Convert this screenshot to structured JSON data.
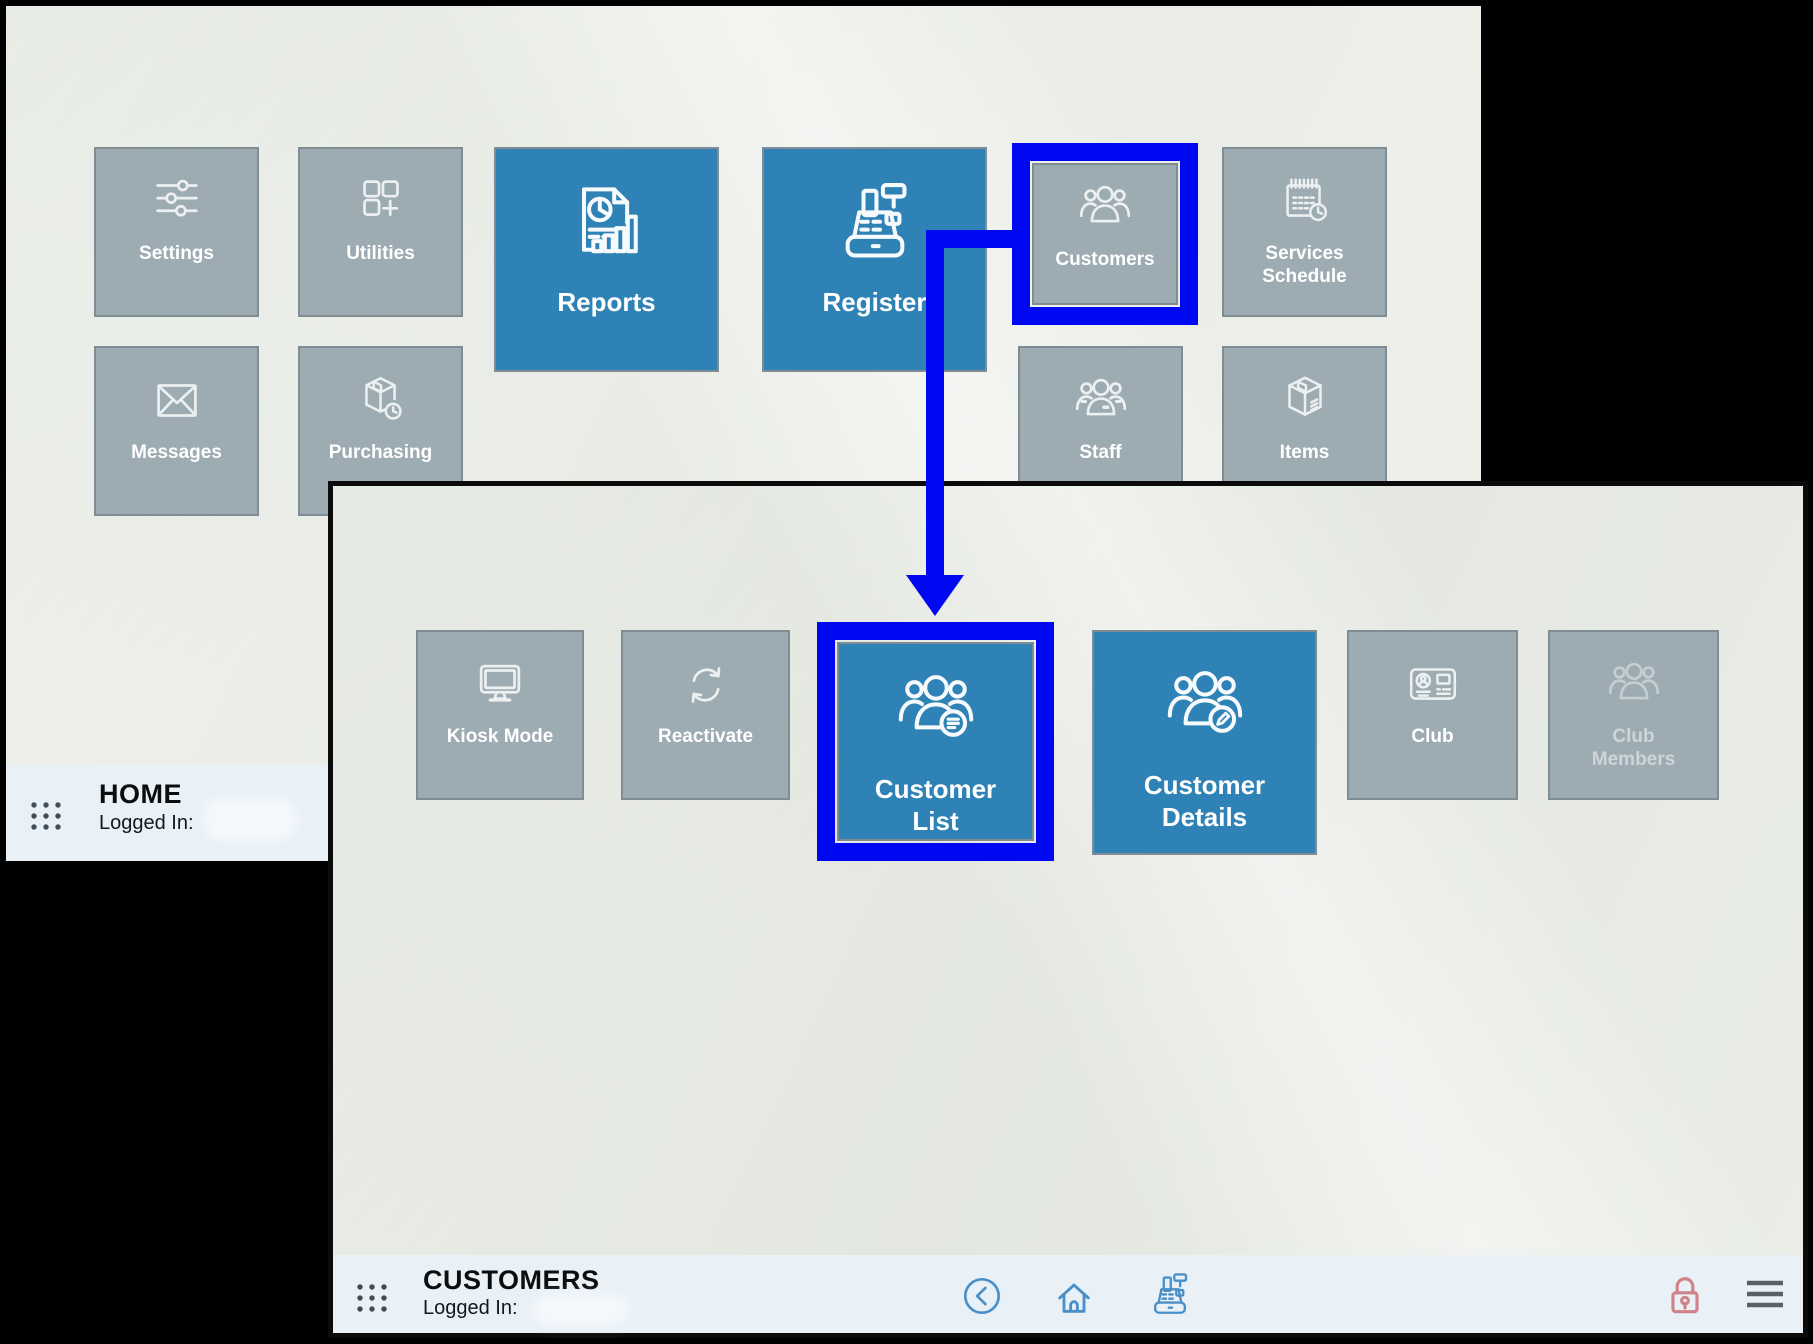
{
  "app": {
    "accent_blue": "#0008f2",
    "tile_blue": "#2e82b5",
    "tile_gray": "#9dabb2",
    "statusbar_bg": "#e9f1f7",
    "lock_red": "#cf8389"
  },
  "home_screen": {
    "title": "HOME",
    "logged_in_label": "Logged In:",
    "tiles": [
      {
        "id": "settings",
        "label": "Settings",
        "icon": "sliders-icon",
        "style": "gray"
      },
      {
        "id": "utilities",
        "label": "Utilities",
        "icon": "squares-plus-icon",
        "style": "gray"
      },
      {
        "id": "reports",
        "label": "Reports",
        "icon": "report-chart-icon",
        "style": "blue"
      },
      {
        "id": "register",
        "label": "Register",
        "icon": "cash-register-icon",
        "style": "blue"
      },
      {
        "id": "customers",
        "label": "Customers",
        "icon": "people-group-icon",
        "style": "gray",
        "highlighted": true
      },
      {
        "id": "services-schedule",
        "label": "Services Schedule",
        "icon": "calendar-clock-icon",
        "style": "gray"
      },
      {
        "id": "messages",
        "label": "Messages",
        "icon": "envelope-icon",
        "style": "gray"
      },
      {
        "id": "purchasing",
        "label": "Purchasing",
        "icon": "package-clock-icon",
        "style": "gray"
      },
      {
        "id": "staff",
        "label": "Staff",
        "icon": "staff-group-icon",
        "style": "gray"
      },
      {
        "id": "items",
        "label": "Items",
        "icon": "package-icon",
        "style": "gray"
      }
    ]
  },
  "customers_screen": {
    "title": "CUSTOMERS",
    "logged_in_label": "Logged In:",
    "tiles": [
      {
        "id": "kiosk-mode",
        "label": "Kiosk Mode",
        "icon": "monitor-icon",
        "style": "gray"
      },
      {
        "id": "reactivate",
        "label": "Reactivate",
        "icon": "refresh-icon",
        "style": "gray"
      },
      {
        "id": "customer-list",
        "label": "Customer List",
        "icon": "people-list-icon",
        "style": "blue",
        "highlighted": true
      },
      {
        "id": "customer-details",
        "label": "Customer Details",
        "icon": "people-edit-icon",
        "style": "blue"
      },
      {
        "id": "club",
        "label": "Club",
        "icon": "id-card-icon",
        "style": "gray"
      },
      {
        "id": "club-members",
        "label": "Club Members",
        "icon": "people-group-icon",
        "style": "gray",
        "disabled": true
      }
    ],
    "nav_icons": [
      "back-icon",
      "home-icon",
      "register-icon",
      "lock-icon",
      "menu-icon"
    ]
  },
  "annotation": {
    "type": "arrow",
    "from": "customers-tile",
    "to": "customer-list-tile",
    "color": "#0008f2"
  }
}
